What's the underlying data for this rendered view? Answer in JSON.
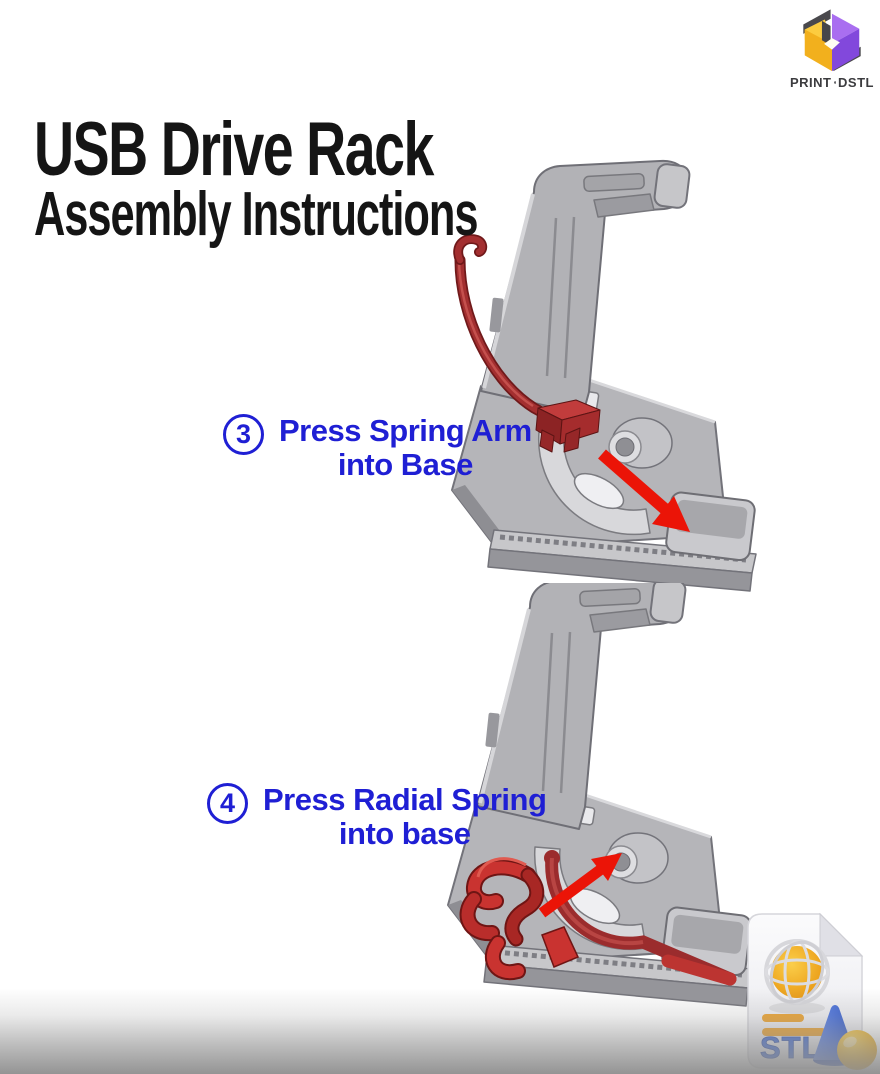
{
  "colors": {
    "accent_blue": "#1f1fd4",
    "title_black": "#151515",
    "arrow_red": "#eb1407",
    "spring_dark_red": "#9d2e2f",
    "part_red": "#c93330",
    "bracket_gray": "#b5b5b9",
    "logo_yellow": "#f2b01d",
    "logo_purple": "#8248dc",
    "logo_dark": "#4a494d",
    "stl_blue": "#3f6bd8",
    "stl_orange": "#eda432"
  },
  "logo": {
    "brand_left": "PRINT",
    "brand_right": "DSTL"
  },
  "title": {
    "line1": "USB Drive Rack",
    "line2": "Assembly Instructions"
  },
  "steps": [
    {
      "number": "3",
      "label_line1": "Press Spring Arm",
      "label_line2": "into Base"
    },
    {
      "number": "4",
      "label_line1": "Press Radial Spring",
      "label_line2": "into base"
    }
  ],
  "stl_badge": {
    "label": "STL"
  },
  "icons": {
    "brand_mark": "isometric-cube-logo",
    "stl_badge": "stl-file-3d-icon",
    "diagrams": [
      "usb-rack-bracket-spring-arm",
      "usb-rack-bracket-radial-spring"
    ]
  }
}
